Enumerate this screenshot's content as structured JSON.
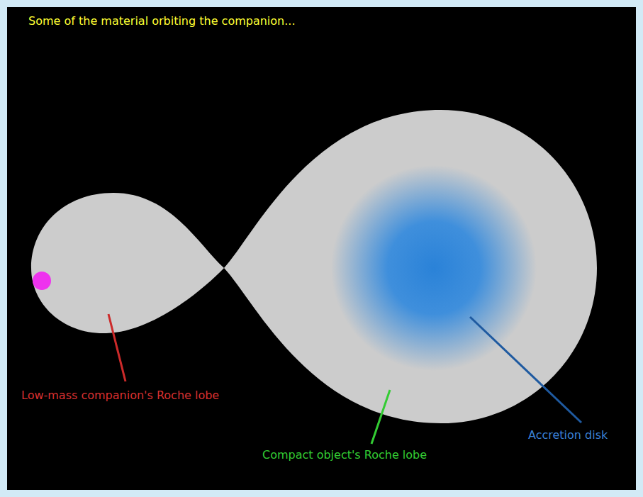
{
  "diagram": {
    "labels": [
      "Some of the material orbiting the companion...",
      "Low-mass companion's Roche lobe",
      "Compact object's Roche lobe",
      "Accretion disk"
    ]
  }
}
